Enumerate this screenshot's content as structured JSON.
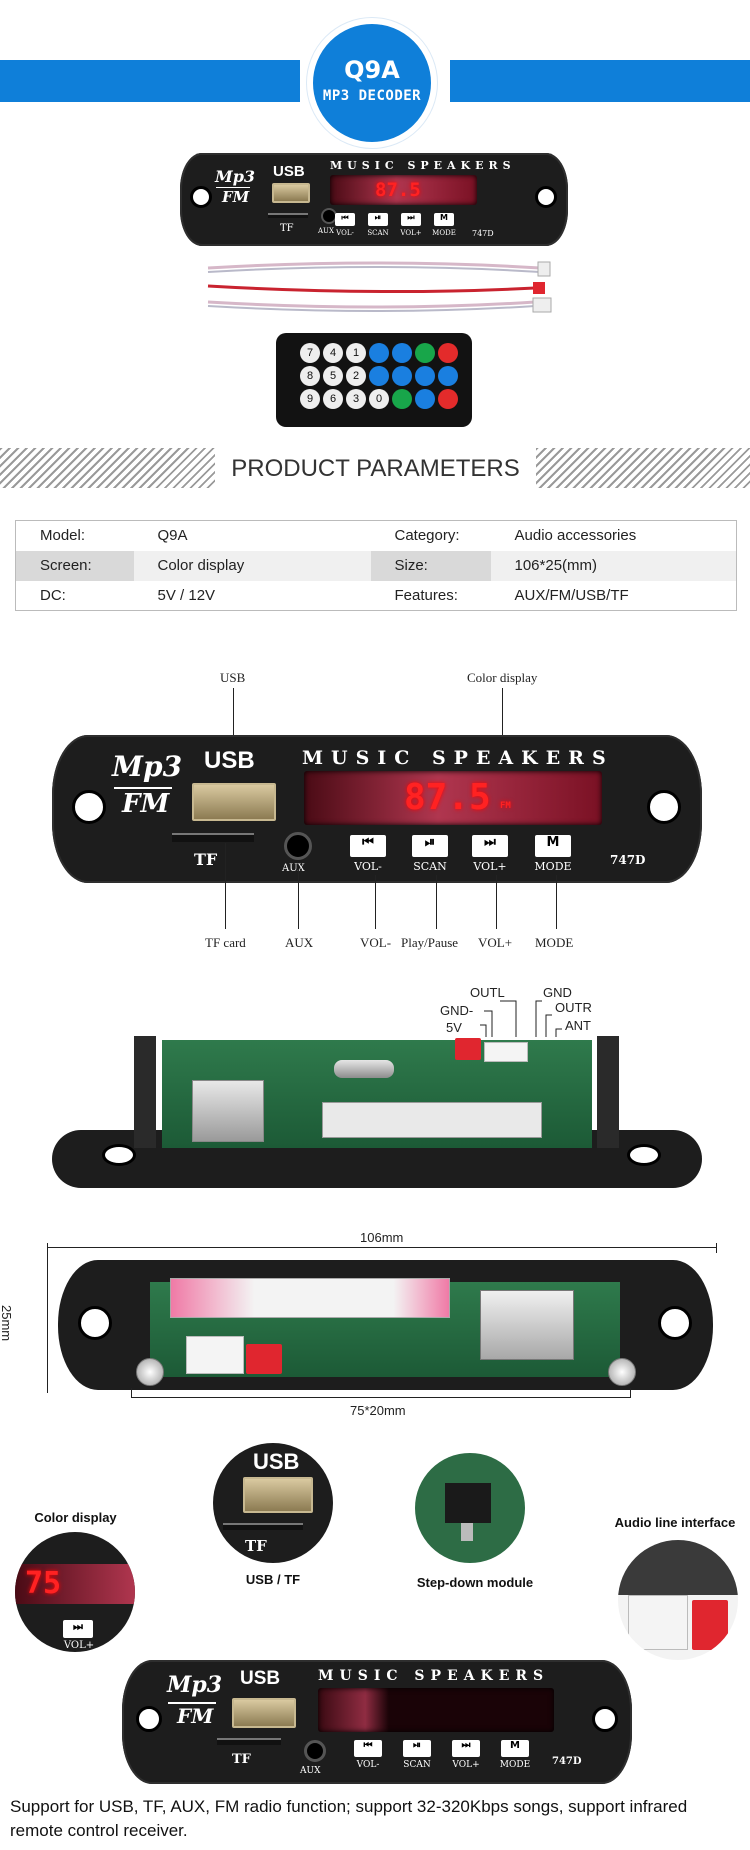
{
  "header": {
    "model": "Q9A",
    "subtitle": "MP3 DECODER"
  },
  "module": {
    "logo_top": "Mp3",
    "logo_bottom": "FM",
    "usb": "USB",
    "brand": "MUSIC SPEAKERS",
    "display": "87.5",
    "display_unit": "FM",
    "tf": "TF",
    "aux": "AUX",
    "buttons": [
      "VOL-",
      "SCAN",
      "VOL+",
      "MODE"
    ],
    "code": "747D"
  },
  "remote": {
    "keys": [
      "7",
      "4",
      "1",
      "",
      "",
      "",
      "",
      "8",
      "5",
      "2",
      "",
      "",
      "",
      "",
      "9",
      "6",
      "3",
      "0",
      "",
      "",
      ""
    ],
    "key_colors": [
      "#1a7fe0",
      "#1a7fe0",
      "#18a64a",
      "#e32b2b"
    ]
  },
  "params": {
    "title": "PRODUCT PARAMETERS",
    "rows": [
      {
        "k1": "Model:",
        "v1": "Q9A",
        "k2": "Category:",
        "v2": "Audio accessories"
      },
      {
        "k1": "Screen:",
        "v1": "Color display",
        "k2": "Size:",
        "v2": "106*25(mm)"
      },
      {
        "k1": "DC:",
        "v1": "5V / 12V",
        "k2": "Features:",
        "v2": "AUX/FM/USB/TF"
      }
    ]
  },
  "callouts": {
    "usb": "USB",
    "color_display": "Color display",
    "tf_card": "TF card",
    "aux": "AUX",
    "vol_minus": "VOL-",
    "play_pause": "Play/Pause",
    "vol_plus": "VOL+",
    "mode": "MODE"
  },
  "pins": {
    "outl": "OUTL",
    "gnd_top": "GND",
    "gnd_left": "GND-",
    "outr": "OUTR",
    "v5": "5V",
    "ant": "ANT"
  },
  "dimensions": {
    "width": "106mm",
    "height": "25mm",
    "board": "75*20mm"
  },
  "features": {
    "color_display": "Color display",
    "usb_tf": "USB / TF",
    "step_down": "Step-down module",
    "audio_line": "Audio line interface"
  },
  "footer": "Support for USB, TF, AUX, FM radio function; support 32-320Kbps songs, support infrared remote control receiver."
}
